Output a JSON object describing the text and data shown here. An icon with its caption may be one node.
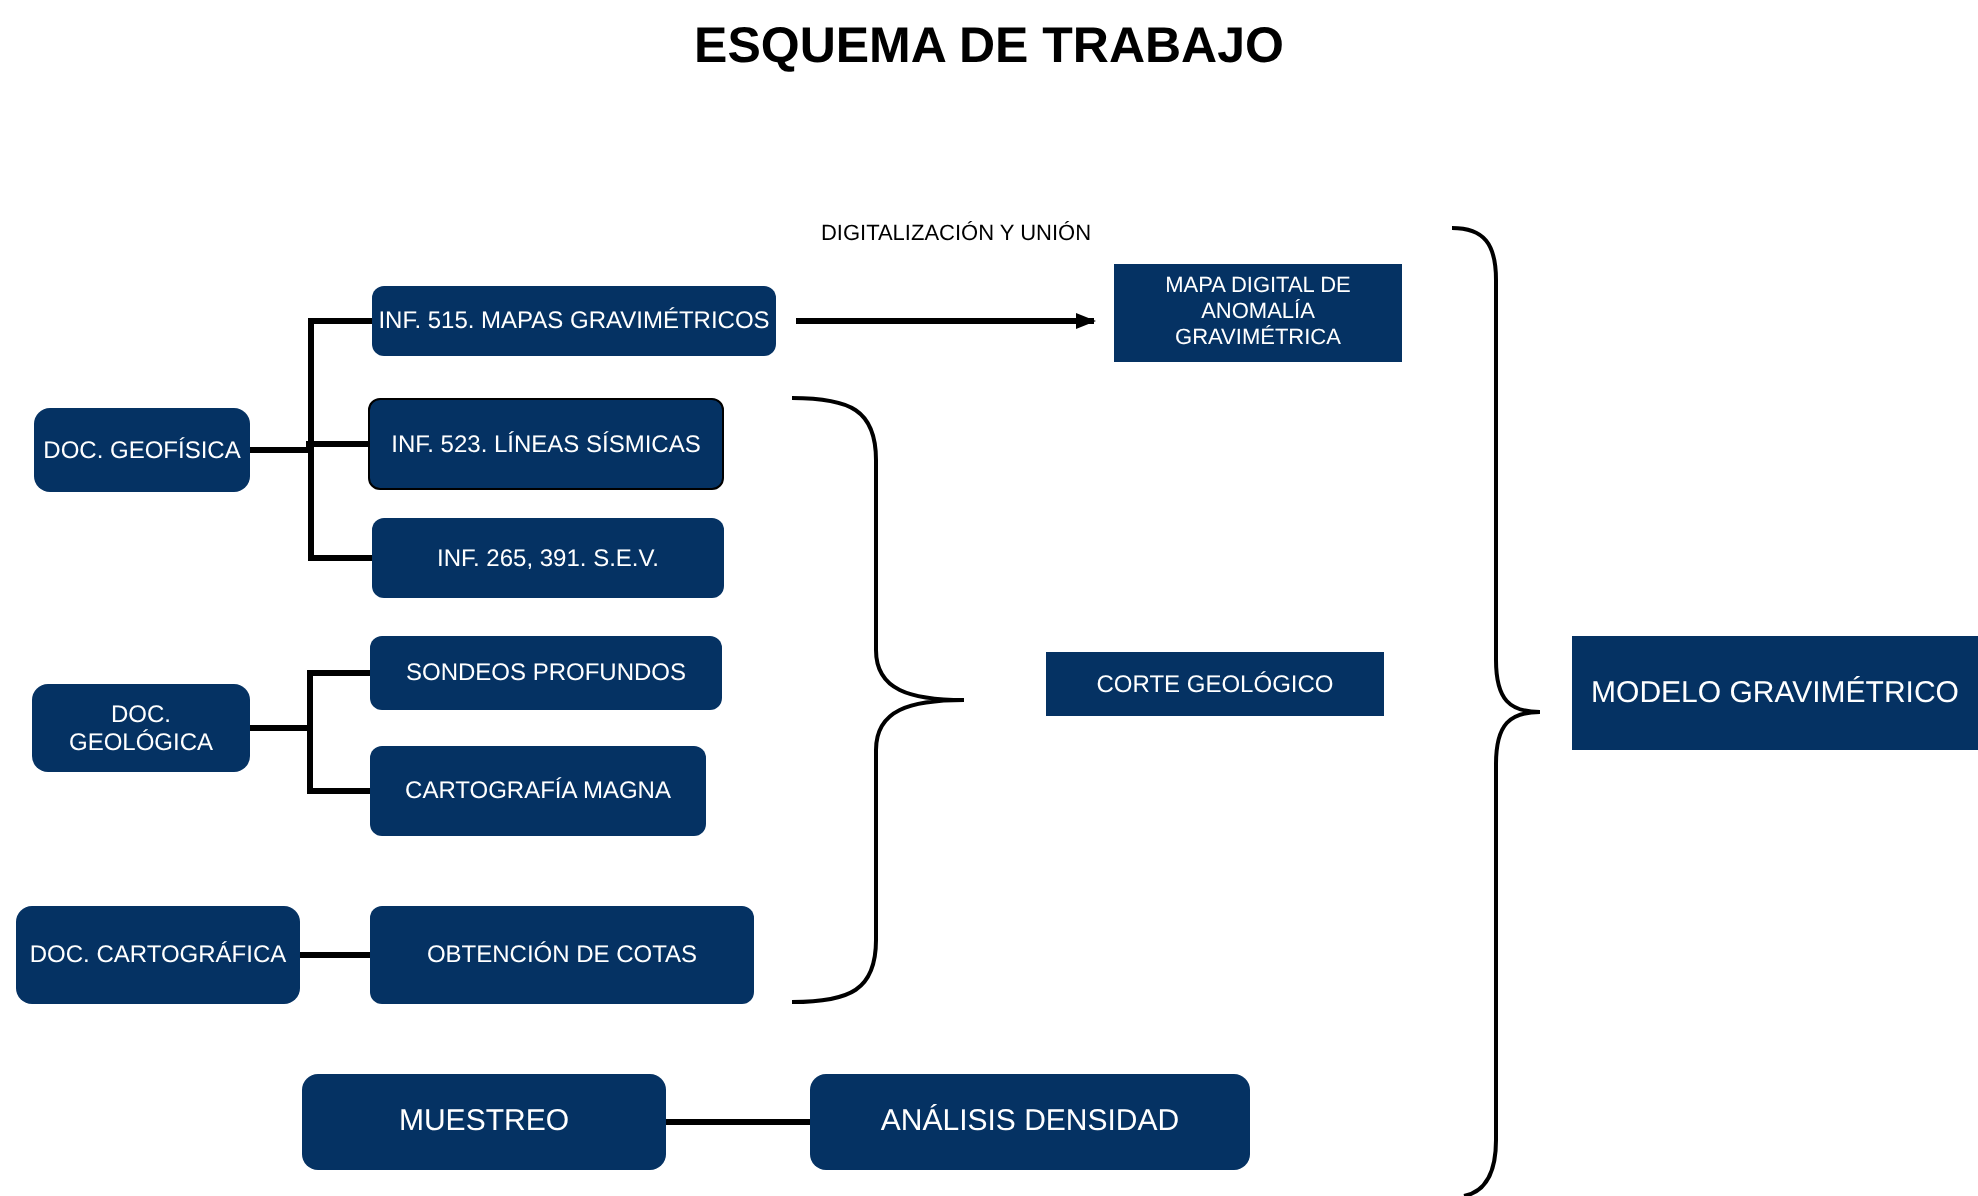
{
  "diagram": {
    "title": "ESQUEMA DE TRABAJO",
    "nodes": [
      {
        "text": [
          "DOC. GEOFÍSICA"
        ]
      },
      {
        "text": [
          "INF. 515. MAPAS GRAVIMÉTRICOS"
        ]
      },
      {
        "text": [
          "INF. 523. LÍNEAS SÍSMICAS"
        ]
      },
      {
        "text": [
          "INF. 265, 391. S.E.V."
        ]
      },
      {
        "text": [
          "DOC. GEOLÓGICA"
        ]
      },
      {
        "text": [
          "SONDEOS PROFUNDOS"
        ]
      },
      {
        "text": [
          "CARTOGRAFÍA MAGNA"
        ]
      },
      {
        "text": [
          "DOC. CARTOGRÁFICA"
        ]
      },
      {
        "text": [
          "OBTENCIÓN  DE COTAS"
        ]
      },
      {
        "text": [
          "MAPA DIGITAL DE ANOMALÍA GRAVIMÉTRICA"
        ]
      },
      {
        "text": [
          "CORTE GEOLÓGICO"
        ]
      },
      {
        "text": [
          "MODELO GRAVIMÉTRICO"
        ]
      },
      {
        "text": [
          "MUESTREO"
        ]
      },
      {
        "text": [
          "ANÁLISIS DENSIDAD"
        ]
      }
    ],
    "edges": [
      {
        "from": 0,
        "to": 1,
        "arrow": "none"
      },
      {
        "from": 0,
        "to": 2,
        "arrow": "none"
      },
      {
        "from": 0,
        "to": 3,
        "arrow": "none"
      },
      {
        "from": 4,
        "to": 5,
        "arrow": "none"
      },
      {
        "from": 4,
        "to": 6,
        "arrow": "none"
      },
      {
        "from": 7,
        "to": 8,
        "arrow": "none"
      },
      {
        "from": 1,
        "to": 9,
        "arrow": "to",
        "label": "DIGITALIZACIÓN Y UNIÓN"
      },
      {
        "from": 12,
        "to": 13,
        "arrow": "none"
      }
    ]
  }
}
